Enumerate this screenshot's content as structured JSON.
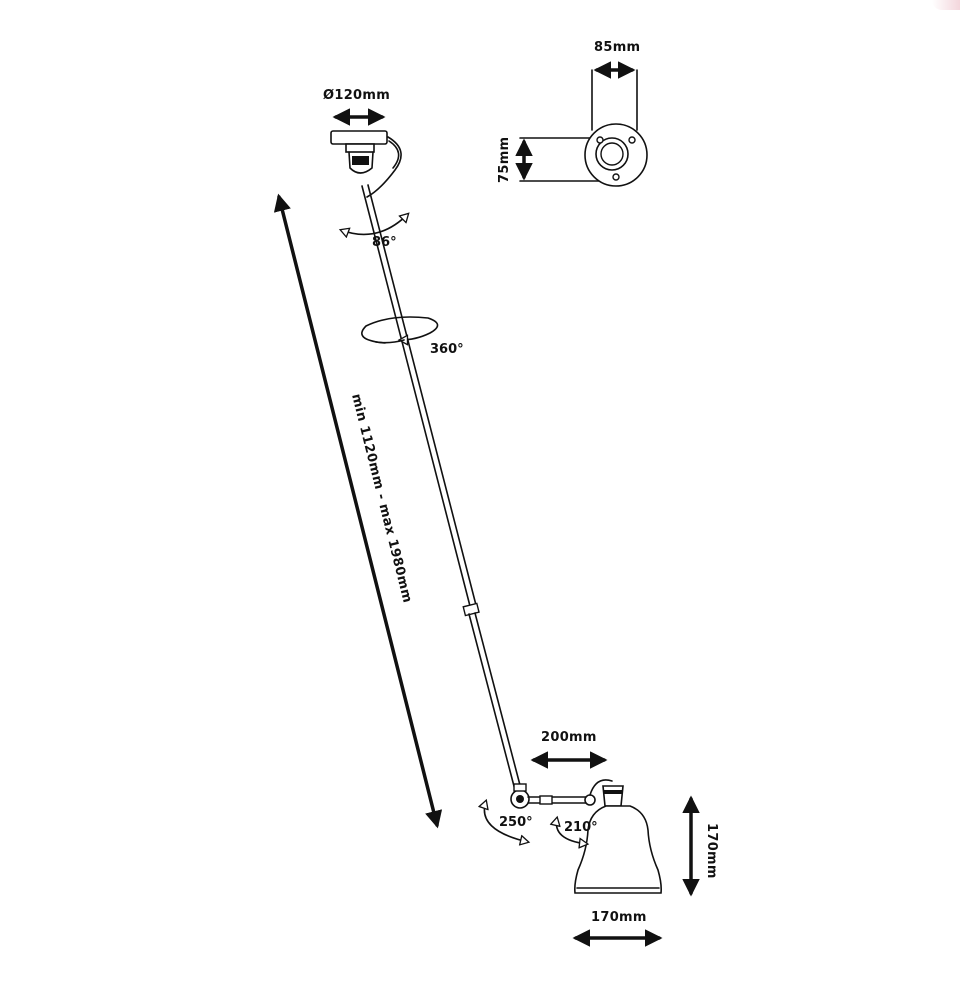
{
  "labels": {
    "ceiling_diameter": "Ø120mm",
    "base_width": "85mm",
    "base_height": "75mm",
    "tilt_top": "86°",
    "rotation": "360°",
    "arm_length": "min 1120mm - max 1980mm",
    "joint_angle": "250°",
    "shade_angle": "210°",
    "shade_arm": "200mm",
    "shade_height": "170mm",
    "shade_width": "170mm"
  }
}
